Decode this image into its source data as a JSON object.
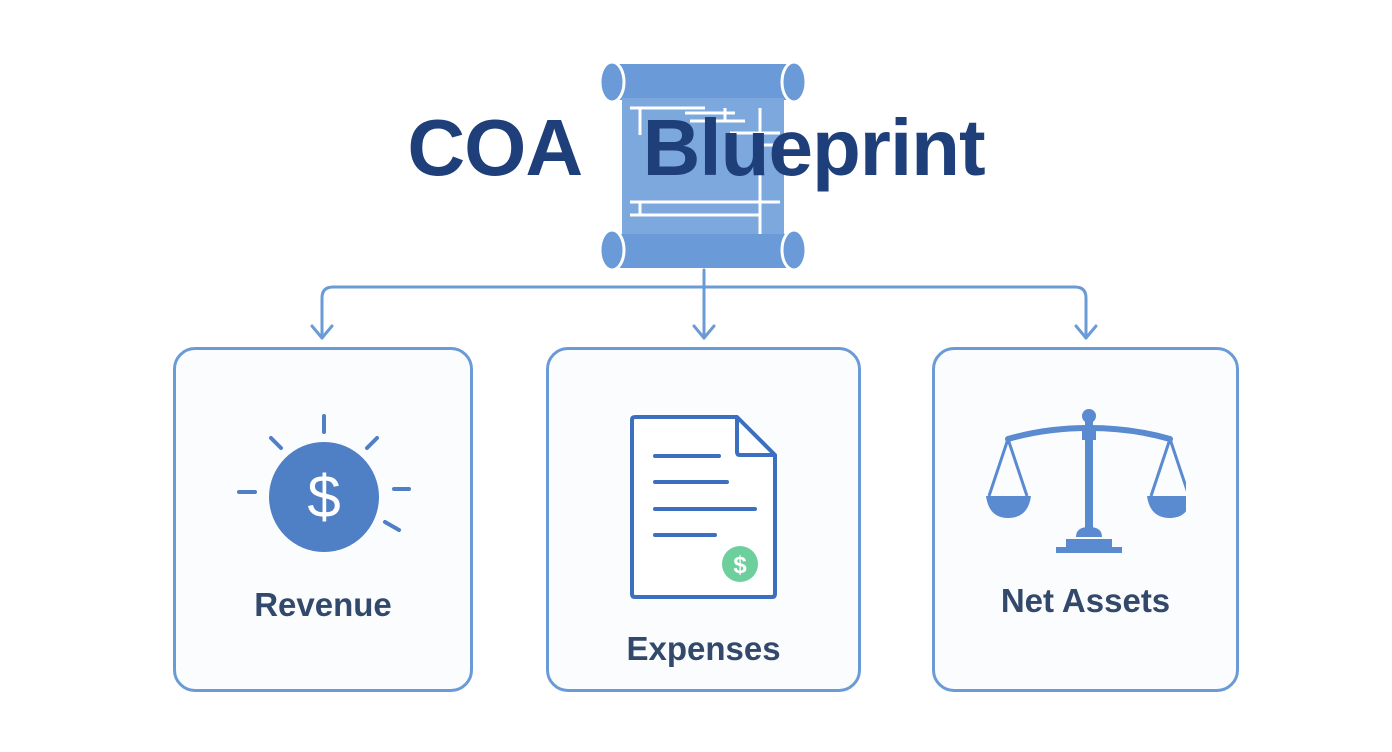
{
  "title": {
    "part1": "COA",
    "part2": "Blueprint"
  },
  "icons": {
    "blueprint": "blueprint-scroll-icon"
  },
  "categories": [
    {
      "label": "Revenue",
      "icon": "dollar-sun-icon"
    },
    {
      "label": "Expenses",
      "icon": "document-dollar-icon"
    },
    {
      "label": "Net Assets",
      "icon": "balance-scale-icon"
    }
  ],
  "colors": {
    "title": "#1f3f7a",
    "accent": "#6b9bd6",
    "icon_fill": "#4f7fc4",
    "label": "#33496b",
    "badge": "#6ccf9c"
  }
}
